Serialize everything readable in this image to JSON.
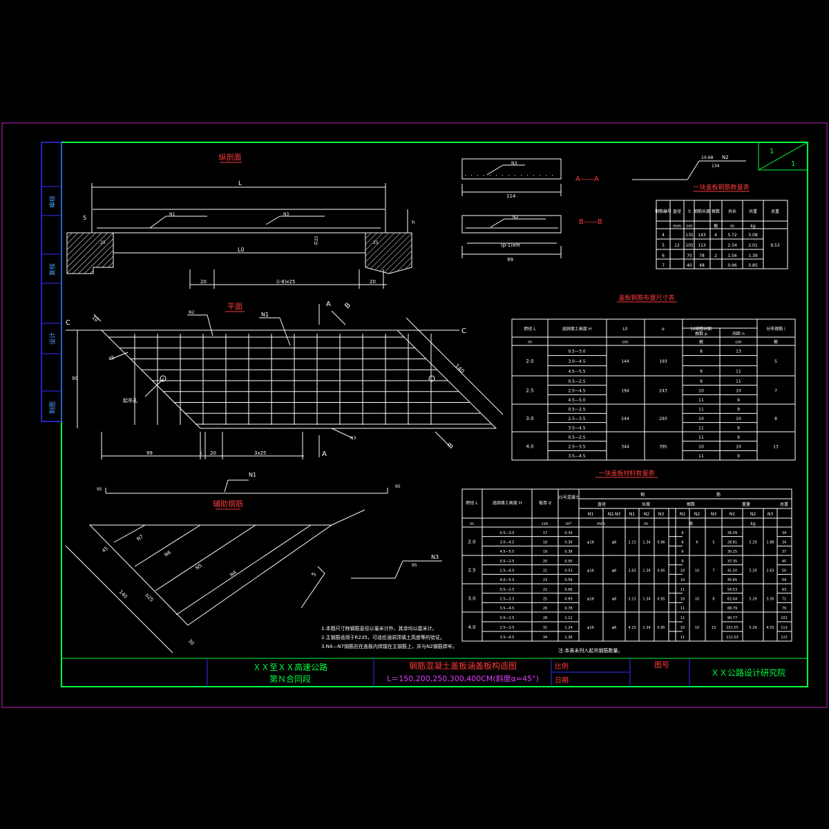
{
  "colors": {
    "background": "#000000",
    "frame": "#00ff40",
    "outer_frame": "#c020c0",
    "lines": "#ffffff",
    "title": "#ff3b3b",
    "side": "#3030ff"
  },
  "side_column": [
    "审核",
    "复核",
    "设计",
    "制图"
  ],
  "views": {
    "longitudinal": {
      "title": "纵剖面",
      "dims": {
        "L": "L",
        "L0": "L0",
        "left_5": "5",
        "n1": "N1",
        "n3": "N3",
        "left_20": "20",
        "right_20": "20",
        "spacing": "(i-8)x25",
        "hh": "h",
        "d25": "25",
        "vert": "中25"
      }
    },
    "section_aa": {
      "label": "A——A",
      "width": "114",
      "bar": "N3"
    },
    "section_bb": {
      "label": "B——B",
      "width": "99",
      "bar": "N2",
      "spacing": "(p-1)xm"
    },
    "plan": {
      "title": "平面",
      "labels": {
        "c_left": "C",
        "c_right": "C",
        "a_top": "A",
        "a_bottom": "A",
        "b_top": "B",
        "b_bottom": "B",
        "n1": "N1",
        "n2": "N2",
        "n3": "N3",
        "hole": "起吊孔",
        "len": "140",
        "angle": "45",
        "h": "99",
        "bottom_99": "99",
        "bottom_5": "5",
        "bottom_20": "20",
        "bottom_spacing": "3x25",
        "corner_10": "10"
      }
    },
    "aux_bars": {
      "title": "辅助钢筋",
      "n1_label": "N1",
      "n7": "N7",
      "n6": "N6",
      "n5": "N5",
      "n4": "N4",
      "dim_45": "45",
      "dim_140": "140",
      "dim_b25": "b25",
      "dim_30": "30",
      "n3_dim": "95",
      "n3": "N3",
      "n3_end": "95",
      "s_mark": "5"
    },
    "n2_detail": {
      "top": "10-68",
      "label": "N2",
      "under": "134"
    }
  },
  "corner_box": {
    "a": "1",
    "b": "1"
  },
  "table1": {
    "title": "一块盖板钢筋数量表",
    "headers": [
      "钢筋编号",
      "直径",
      "S",
      "钢筋长度",
      "根数",
      "共长",
      "共重",
      "总重"
    ],
    "units": [
      "",
      "mm",
      "cm",
      "",
      "根",
      "m",
      "kg",
      ""
    ],
    "rows": [
      [
        "4",
        "",
        "135",
        "143",
        "4",
        "5.72",
        "5.08",
        ""
      ],
      [
        "5",
        "12",
        "105",
        "113",
        "",
        "2.34",
        "2.01",
        "9.53"
      ],
      [
        "6",
        "",
        "70",
        "78",
        "2",
        "1.56",
        "1.39",
        ""
      ],
      [
        "7",
        "",
        "40",
        "48",
        "",
        "0.96",
        "0.85",
        ""
      ]
    ]
  },
  "table2": {
    "title": "盖板钢筋布置尺寸表",
    "headers": [
      "跨径 L",
      "涵洞填土高度 H",
      "L0",
      "e",
      "16钢筋间距",
      "",
      "分布钢筋 i"
    ],
    "subheaders": [
      "根数 p",
      "间距 n"
    ],
    "units": [
      "m",
      "",
      "cm",
      "",
      "根",
      "cm",
      "根"
    ],
    "groups": [
      {
        "span": "2.0",
        "l0": "144",
        "e": "193",
        "rows": [
          [
            "0.5—3.0",
            "8",
            "13"
          ],
          [
            "3.0—4.5",
            "",
            ""
          ],
          [
            "4.5—5.5",
            "9",
            "11"
          ]
        ],
        "i": "5"
      },
      {
        "span": "2.5",
        "l0": "194",
        "e": "243",
        "rows": [
          [
            "0.5—2.5",
            "9",
            "11"
          ],
          [
            "2.5—4.5",
            "10",
            "10"
          ],
          [
            "4.5—5.0",
            "11",
            "9"
          ]
        ],
        "i": "7"
      },
      {
        "span": "3.0",
        "l0": "244",
        "e": "293",
        "rows": [
          [
            "0.5—2.5",
            "11",
            "9"
          ],
          [
            "2.5—3.5",
            "10",
            "10"
          ],
          [
            "3.5—4.5",
            "11",
            "9"
          ]
        ],
        "i": "8"
      },
      {
        "span": "4.0",
        "l0": "344",
        "e": "395",
        "rows": [
          [
            "0.5—2.5",
            "11",
            "9"
          ],
          [
            "2.5—3.5",
            "10",
            "10"
          ],
          [
            "3.5—4.5",
            "11",
            "9"
          ]
        ],
        "i": "13"
      }
    ]
  },
  "table3": {
    "title": "一块盖板材料数量表",
    "headers": [
      "跨径 L",
      "涵洞填土高度 H",
      "板厚 d",
      "25号混凝土",
      "钢",
      "",
      "",
      "",
      "",
      "",
      "",
      "",
      "",
      "",
      "筋"
    ],
    "sub1": [
      "直径",
      "",
      "长度",
      "",
      "",
      "根数",
      "",
      "",
      "重量",
      "",
      "",
      "总重"
    ],
    "sub2": [
      "N1",
      "N2,N3",
      "N1",
      "N2",
      "N3",
      "N1",
      "N2",
      "N3",
      "N1",
      "N2",
      "N3"
    ],
    "units": [
      "m",
      "",
      "cm",
      "m³",
      "mm",
      "",
      "m",
      "",
      "",
      "根",
      "",
      "",
      "kg",
      "",
      ""
    ],
    "groups": [
      {
        "span": "2.0",
        "d1": "φ18",
        "d2": "φ8",
        "l1": "2.13",
        "l2": "1.34",
        "l3": "0.96",
        "n2": "6",
        "n3": "5",
        "w2": "5.29",
        "w3": "1.88",
        "rows": [
          [
            "0.5—3.0",
            "17",
            "0.34",
            "8",
            "26.09",
            "34"
          ],
          [
            "3.0—4.5",
            "18",
            "0.36",
            "8",
            "28.81",
            "34"
          ],
          [
            "4.5—5.5",
            "19",
            "0.38",
            "9",
            "30.25",
            "37"
          ]
        ]
      },
      {
        "span": "2.5",
        "d1": "φ16",
        "d2": "φ8",
        "l1": "2.63",
        "l2": "1.34",
        "l3": "0.95",
        "n2": "10",
        "n3": "7",
        "w2": "5.29",
        "w3": "2.63",
        "rows": [
          [
            "0.5—2.5",
            "20",
            "0.50",
            "9",
            "37.35",
            "45"
          ],
          [
            "2.5—4.0",
            "21",
            "0.53",
            "10",
            "41.50",
            "50"
          ],
          [
            "4.0—5.0",
            "23",
            "0.58",
            "10",
            "45.65",
            "54"
          ]
        ]
      },
      {
        "span": "3.0",
        "d1": "φ18",
        "d2": "φ8",
        "l1": "3.13",
        "l2": "1.34",
        "l3": "0.95",
        "n2": "10",
        "n3": "8",
        "w2": "5.29",
        "w3": "3.30",
        "rows": [
          [
            "0.5—2.5",
            "22",
            "0.66",
            "11",
            "54.53",
            "63"
          ],
          [
            "2.5—3.5",
            "25",
            "0.69",
            "10",
            "62.64",
            "71"
          ],
          [
            "3.5—4.5",
            "26",
            "0.78",
            "11",
            "68.79",
            "79"
          ]
        ]
      },
      {
        "span": "4.0",
        "d1": "φ16",
        "d2": "φ8",
        "l1": "4.13",
        "l2": "1.34",
        "l3": "0.95",
        "n2": "10",
        "n3": "13",
        "w2": "5.29",
        "w3": "4.55",
        "rows": [
          [
            "0.5—2.5",
            "28",
            "1.12",
            "11",
            "90.77",
            "101"
          ],
          [
            "2.5—3.5",
            "31",
            "1.24",
            "10",
            "101.55",
            "112"
          ],
          [
            "3.5—4.5",
            "34",
            "1.36",
            "11",
            "112.03",
            "122"
          ]
        ]
      }
    ],
    "note": "注:本表未列入起吊钢筋数量。"
  },
  "notes": [
    "1.本图尺寸除钢筋直径以毫米计外，其余均以厘米计。",
    "2.主钢筋适用于R235，可适应涵洞顶填土高度等的验证。",
    "3.N4—N7钢筋应在盖板内焊接在主钢筋上，并与N2钢筋焊牢。"
  ],
  "title_block": {
    "project_1": "ＸＸ至ＸＸ高速公路",
    "project_2": "第Ｎ合同段",
    "drawing_1": "钢筋混凝土盖板涵盖板构造图",
    "drawing_2": "L＝150,200,250,300,400CM(斜度α=45°)",
    "scale": "比例",
    "date": "日期",
    "figno": "图号",
    "institute": "ＸＸ公路设计研究院"
  }
}
